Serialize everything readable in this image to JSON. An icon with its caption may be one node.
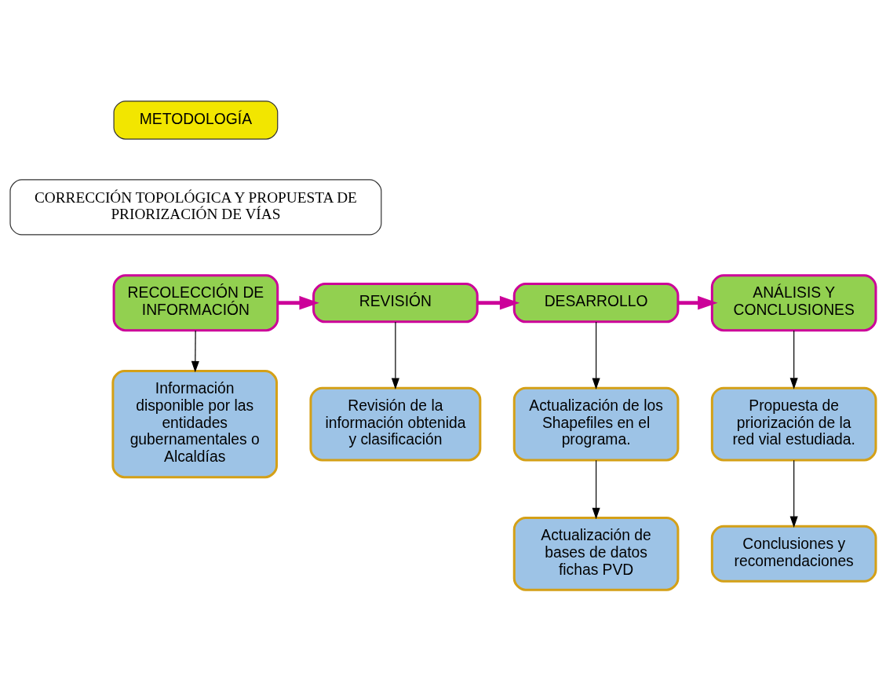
{
  "diagram": {
    "nodes": [
      {
        "text": [
          "METODOLOGÍA"
        ]
      },
      {
        "text": [
          "CORRECCIÓN TOPOLÓGICA Y PROPUESTA DE PRIORIZACIÓN DE VÍAS"
        ]
      },
      {
        "text": [
          "RECOLECCIÓN DE INFORMACIÓN"
        ]
      },
      {
        "text": [
          "REVISIÓN"
        ]
      },
      {
        "text": [
          "DESARROLLO"
        ]
      },
      {
        "text": [
          "ANÁLISIS Y CONCLUSIONES"
        ]
      },
      {
        "text": [
          "Información disponible por las entidades gubernamentales o Alcaldías"
        ]
      },
      {
        "text": [
          "Revisión de la información obtenida y clasificación"
        ]
      },
      {
        "text": [
          "Actualización de los Shapefiles en el programa."
        ]
      },
      {
        "text": [
          "Actualización de bases de datos fichas PVD"
        ]
      },
      {
        "text": [
          "Propuesta de priorización de la red vial estudiada."
        ]
      },
      {
        "text": [
          "Conclusiones y recomendaciones"
        ]
      }
    ],
    "edges": [
      {
        "from": 2,
        "to": 3,
        "arrow": "to",
        "style": "thick",
        "color": "#cc0099"
      },
      {
        "from": 3,
        "to": 4,
        "arrow": "to",
        "style": "thick",
        "color": "#cc0099"
      },
      {
        "from": 4,
        "to": 5,
        "arrow": "to",
        "style": "thick",
        "color": "#cc0099"
      },
      {
        "from": 2,
        "to": 6,
        "arrow": "to"
      },
      {
        "from": 3,
        "to": 7,
        "arrow": "to"
      },
      {
        "from": 4,
        "to": 8,
        "arrow": "to"
      },
      {
        "from": 8,
        "to": 9,
        "arrow": "to"
      },
      {
        "from": 5,
        "to": 10,
        "arrow": "to"
      },
      {
        "from": 10,
        "to": 11,
        "arrow": "to"
      }
    ]
  }
}
